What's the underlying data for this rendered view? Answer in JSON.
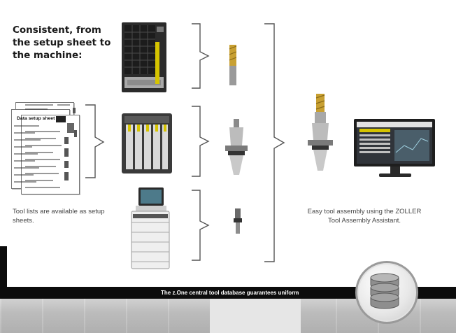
{
  "headline": "Consistent, from the setup sheet to the machine:",
  "left_caption": "Tool lists are available as setup sheets.",
  "right_caption": "Easy tool assembly using the ZOLLER Tool Assembly Assistant.",
  "banner_text": "The z.One central tool database guarantees uniform",
  "document_title": "Data setup sheet",
  "icons": [
    "tool-storage-cabinet-icon",
    "tool-drawer-unit-icon",
    "presetting-station-icon",
    "cutting-tool-icon",
    "toolholder-icon",
    "small-tool-icon",
    "assembled-tool-icon",
    "monitor-icon",
    "database-icon",
    "setup-sheet-icon"
  ],
  "colors": {
    "banner": "#0c0c0c",
    "accent_yellow": "#d6c400",
    "line": "#555555"
  }
}
